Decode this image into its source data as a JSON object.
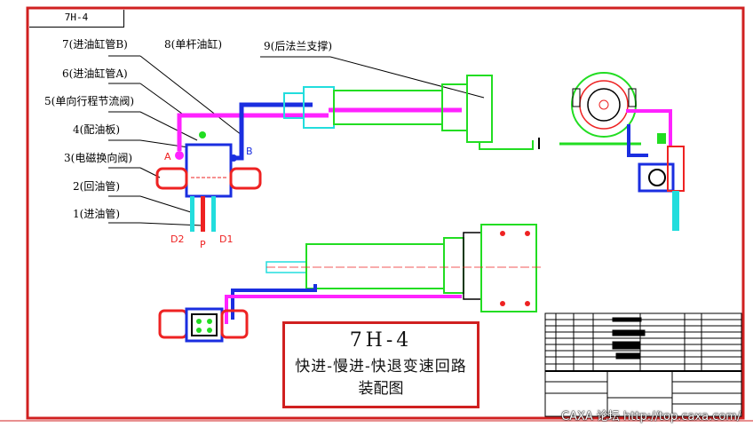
{
  "drawing": {
    "code": "7H-4",
    "part_labels": [
      "7(进油缸管B)",
      "8(单杆油缸)",
      "9(后法兰支撑)",
      "6(进油缸管A)",
      "5(单向行程节流阀)",
      "4(配油板)",
      "3(电磁换向阀)",
      "2(回油管)",
      "1(进油管)"
    ],
    "ports": {
      "a": "A",
      "b": "B",
      "d2": "D2",
      "p": "P",
      "d1": "D1"
    }
  },
  "title_box": {
    "code": "7H-4",
    "name": "快进-慢进-快退变速回路",
    "subtitle": "装配图"
  },
  "watermark": "CAXA 论坛 http://top.caxa.com/",
  "colors": {
    "border": "#d02020",
    "pressure": "#ff22ff",
    "return": "#1a2ee0",
    "cylinder": "#22dd22",
    "fitting": "#22dddd",
    "valve": "#ee2222"
  }
}
